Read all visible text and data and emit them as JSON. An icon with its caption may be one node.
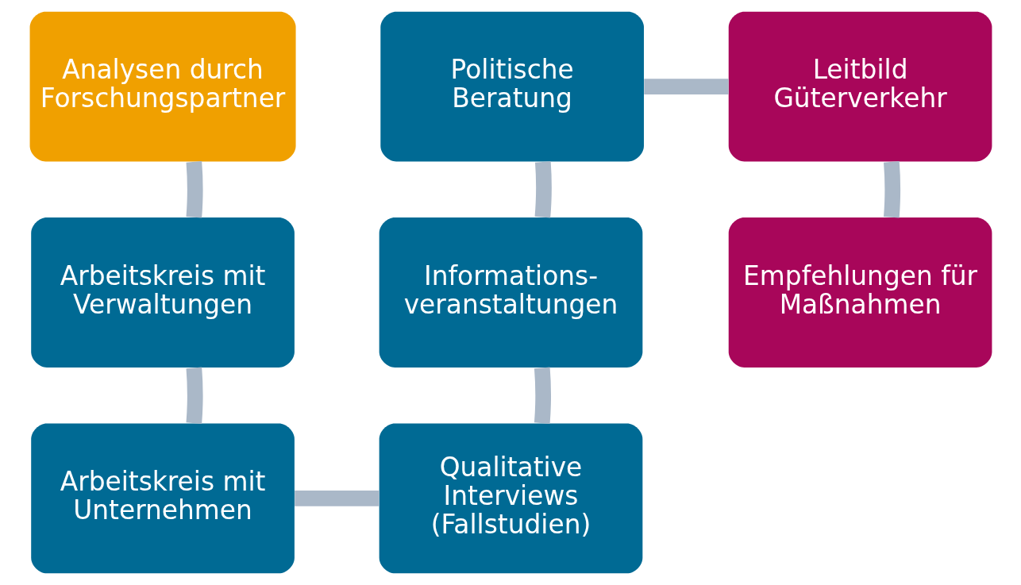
{
  "diagram": {
    "nodes": [
      {
        "text": [
          "Analysen durch Forschungspartner"
        ]
      },
      {
        "text": [
          "Arbeitskreis mit Verwaltungen"
        ]
      },
      {
        "text": [
          "Arbeitskreis mit Unternehmen"
        ]
      },
      {
        "text": [
          "Qualitative Interviews (Fallstudien)"
        ]
      },
      {
        "text": [
          "Informations- veranstaltungen"
        ]
      },
      {
        "text": [
          "Politische Beratung"
        ]
      },
      {
        "text": [
          "Leitbild Güterverkehr"
        ]
      },
      {
        "text": [
          "Empfehlungen für Maßnahmen"
        ]
      }
    ],
    "edges": [
      {
        "from": 0,
        "to": 1,
        "arrow": "none"
      },
      {
        "from": 1,
        "to": 2,
        "arrow": "none"
      },
      {
        "from": 2,
        "to": 3,
        "arrow": "none"
      },
      {
        "from": 3,
        "to": 4,
        "arrow": "none"
      },
      {
        "from": 4,
        "to": 5,
        "arrow": "none"
      },
      {
        "from": 5,
        "to": 6,
        "arrow": "none"
      },
      {
        "from": 6,
        "to": 7,
        "arrow": "none"
      }
    ]
  }
}
